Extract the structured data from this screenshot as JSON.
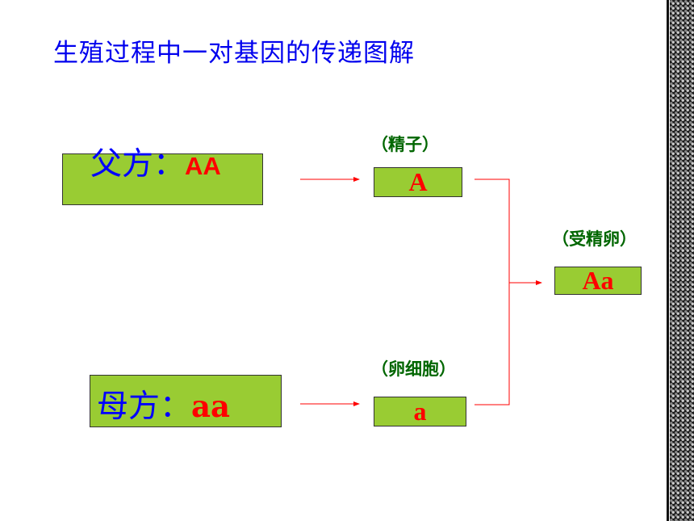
{
  "title": "生殖过程中一对基因的传递图解",
  "father": {
    "label": "父方：",
    "genotype": "AA"
  },
  "mother": {
    "label": "母方：",
    "genotype": "aa"
  },
  "sperm": {
    "label": "（精子）",
    "gene": "A"
  },
  "egg": {
    "label": "（卵细胞）",
    "gene": "a"
  },
  "zygote": {
    "label": "（受精卵）",
    "gene": "Aa"
  },
  "colors": {
    "title": "#0000ee",
    "box_fill": "#99cc33",
    "gene_text": "#ff0000",
    "cell_label": "#006600",
    "arrow": "#ff0000"
  }
}
